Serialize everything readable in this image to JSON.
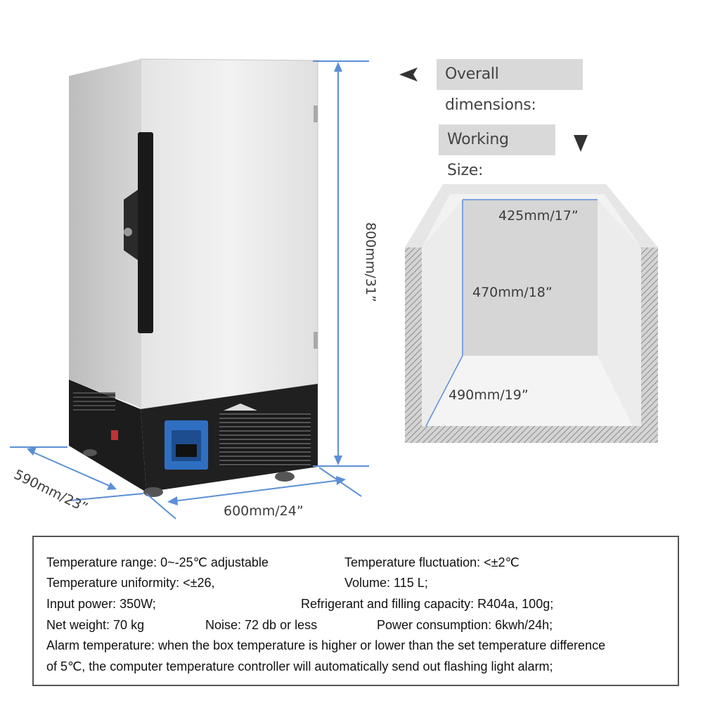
{
  "labels": {
    "overall": "Overall dimensions:",
    "working": "Working Size:"
  },
  "overall_dimensions": {
    "height": "800mm/31”",
    "depth": "590mm/23”",
    "width": "600mm/24”"
  },
  "working_size": {
    "width": "425mm/17”",
    "height": "470mm/18”",
    "depth": "490mm/19”"
  },
  "specs": {
    "row1_left": "Temperature range: 0~-25℃ adjustable",
    "row1_right": "Temperature fluctuation: <±2℃",
    "row2_left": "Temperature uniformity: <±26,",
    "row2_right": "Volume: 115 L;",
    "row3_left": "Input power: 350W;",
    "row3_right": "Refrigerant and filling capacity: R404a, 100g;",
    "row4_a": "Net weight: 70 kg",
    "row4_b": "Noise: 72 db or less",
    "row4_c": "Power consumption: 6kwh/24h;",
    "row5": "Alarm temperature: when the box temperature is higher or lower than the set temperature difference",
    "row6": "of 5℃, the computer temperature controller will automatically send out flashing light alarm;"
  },
  "colors": {
    "dimension_line": "#5b8fd6",
    "label_bg": "#d9d9d9",
    "cabinet": "#e9e9e9",
    "base": "#1e1e1e",
    "controller": "#2f6fc2"
  }
}
